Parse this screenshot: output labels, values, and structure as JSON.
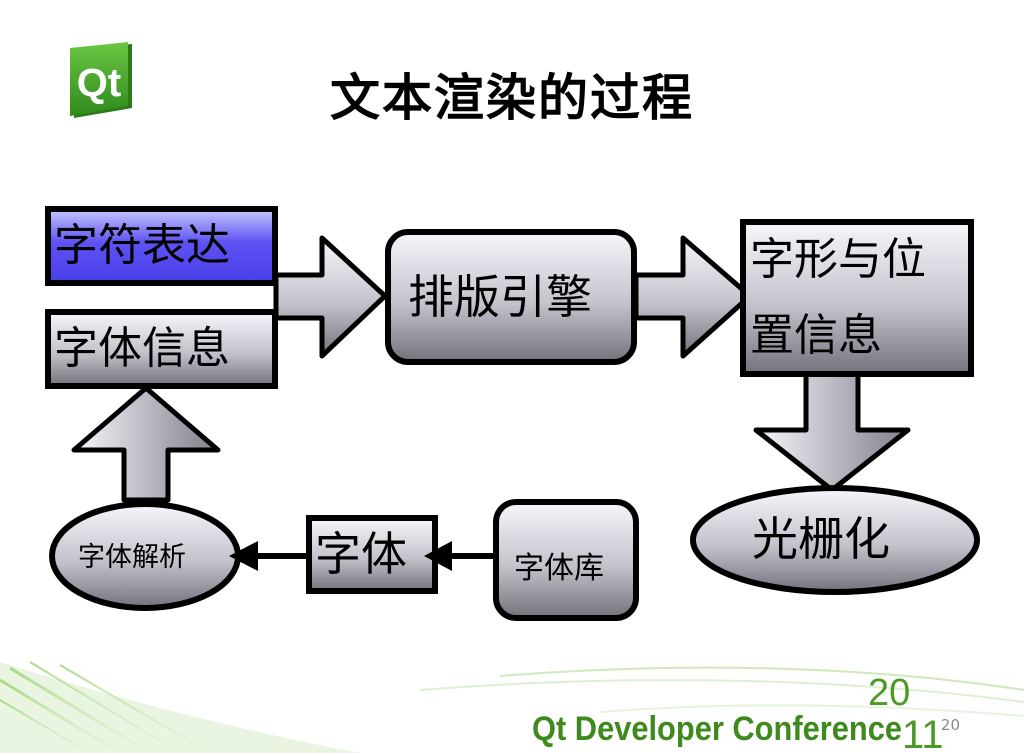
{
  "slide": {
    "title": "文本渲染的过程",
    "page_number": "20"
  },
  "logo": {
    "text": "Qt"
  },
  "footer": {
    "conference": "Qt Developer Conference",
    "year_top": "20",
    "year_bottom": "11"
  },
  "nodes": {
    "char_repr": "字符表达",
    "font_info": "字体信息",
    "layout_engine": "排版引擎",
    "glyph_pos_line1": "字形与位",
    "glyph_pos_line2": "置信息",
    "rasterize": "光栅化",
    "font_parse": "字体解析",
    "font": "字体",
    "font_lib": "字体库"
  },
  "colors": {
    "char_repr_fill": "#5a4ff0",
    "gradient_light": "#f4f4fa",
    "gradient_dark": "#74747f",
    "qt_green": "#41a62a",
    "footer_green": "#3f8a1e"
  }
}
